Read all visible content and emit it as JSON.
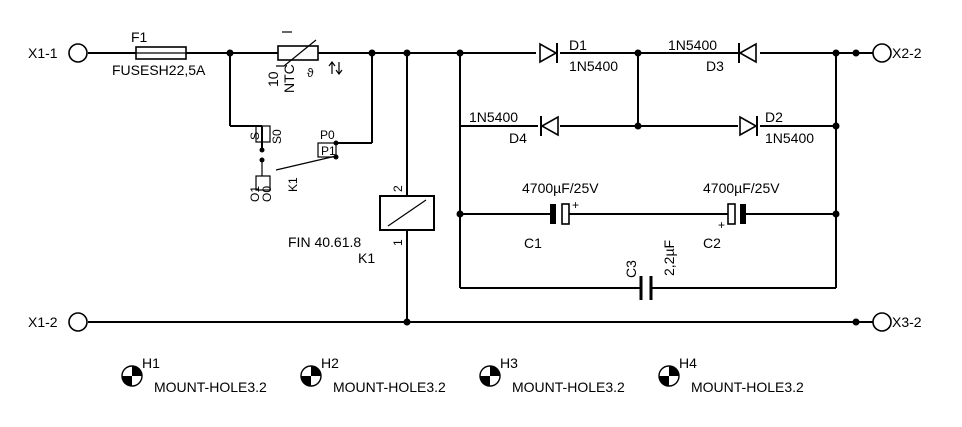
{
  "terminals": {
    "x1_1": "X1-1",
    "x1_2": "X1-2",
    "x2_2": "X2-2",
    "x3_2": "X3-2"
  },
  "fuse": {
    "ref": "F1",
    "value": "FUSESH22,5A"
  },
  "ntc": {
    "value": "10",
    "type": "NTC",
    "symbol": "ϑ"
  },
  "relay": {
    "ref": "K1",
    "part": "FIN 40.61.8",
    "pin_top": "2",
    "pin_bottom": "1",
    "contact_s": "S",
    "contact_s_pin": "S0",
    "contact_o": "O1",
    "contact_o_pin": "O0",
    "contact_p": "P0",
    "contact_p_pin": "P1",
    "contact_ref": "K1"
  },
  "diodes": {
    "d1": {
      "ref": "D1",
      "value": "1N5400"
    },
    "d2": {
      "ref": "D2",
      "value": "1N5400"
    },
    "d3": {
      "ref": "D3",
      "value": "1N5400"
    },
    "d4": {
      "ref": "D4",
      "value": "1N5400"
    }
  },
  "capacitors": {
    "c1": {
      "ref": "C1",
      "value": "4700µF/25V"
    },
    "c2": {
      "ref": "C2",
      "value": "4700µF/25V"
    },
    "c3": {
      "ref": "C3",
      "value": "2,2µF"
    }
  },
  "mount_holes": [
    {
      "ref": "H1",
      "value": "MOUNT-HOLE3.2"
    },
    {
      "ref": "H2",
      "value": "MOUNT-HOLE3.2"
    },
    {
      "ref": "H3",
      "value": "MOUNT-HOLE3.2"
    },
    {
      "ref": "H4",
      "value": "MOUNT-HOLE3.2"
    }
  ]
}
